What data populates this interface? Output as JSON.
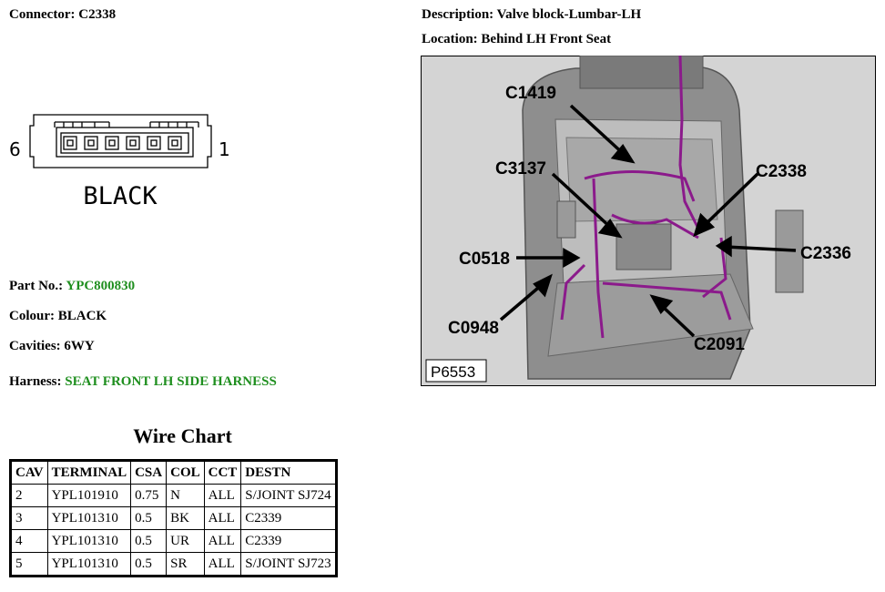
{
  "connector": {
    "label": "Connector:",
    "value": "C2338"
  },
  "description": {
    "label": "Description:",
    "value": "Valve block-Lumbar-LH"
  },
  "location": {
    "label": "Location:",
    "value": "Behind LH Front Seat"
  },
  "diagram": {
    "pin_left": "6",
    "pin_right": "1",
    "color_text": "BLACK"
  },
  "part_no": {
    "label": "Part No.:",
    "value": "YPC800830"
  },
  "colour": {
    "label": "Colour:",
    "value": "BLACK"
  },
  "cavities": {
    "label": "Cavities:",
    "value": "6WY"
  },
  "harness": {
    "label": "Harness:",
    "value": "SEAT FRONT LH SIDE HARNESS"
  },
  "photo": {
    "callouts": [
      "C1419",
      "C3137",
      "C2338",
      "C0518",
      "C2336",
      "C0948",
      "C2091"
    ],
    "ref": "P6553"
  },
  "wire_chart": {
    "title": "Wire Chart",
    "headers": [
      "CAV",
      "TERMINAL",
      "CSA",
      "COL",
      "CCT",
      "DESTN"
    ],
    "rows": [
      [
        "2",
        "YPL101910",
        "0.75",
        "N",
        "ALL",
        "S/JOINT SJ724"
      ],
      [
        "3",
        "YPL101310",
        "0.5",
        "BK",
        "ALL",
        "C2339"
      ],
      [
        "4",
        "YPL101310",
        "0.5",
        "UR",
        "ALL",
        "C2339"
      ],
      [
        "5",
        "YPL101310",
        "0.5",
        "SR",
        "ALL",
        "S/JOINT SJ723"
      ]
    ]
  }
}
